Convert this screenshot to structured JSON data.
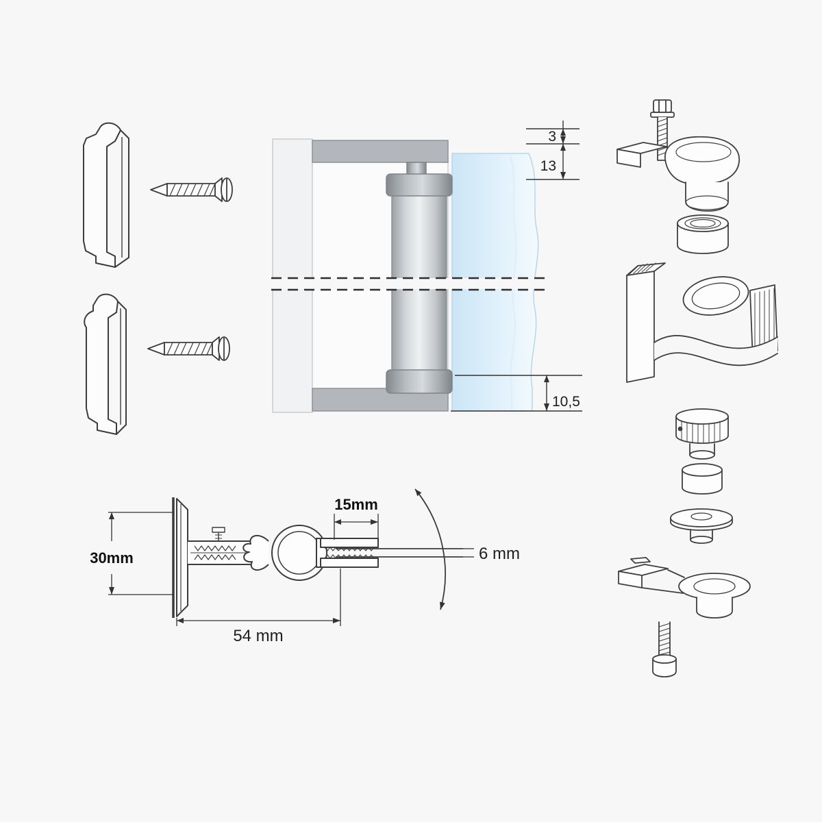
{
  "cross_section": {
    "top_gap": "3",
    "top_inset": "13",
    "bottom_inset": "10,5"
  },
  "plan": {
    "plate_height": "30mm",
    "clamp_depth": "15mm",
    "glass_thickness": "6 mm",
    "arm_length": "54 mm"
  },
  "colors": {
    "frame_gray": "#b3b7bb",
    "barrel_gray": "#9aa0a4",
    "glass_blue": "#cbe5f6",
    "line_dark": "#3c3c3c"
  }
}
